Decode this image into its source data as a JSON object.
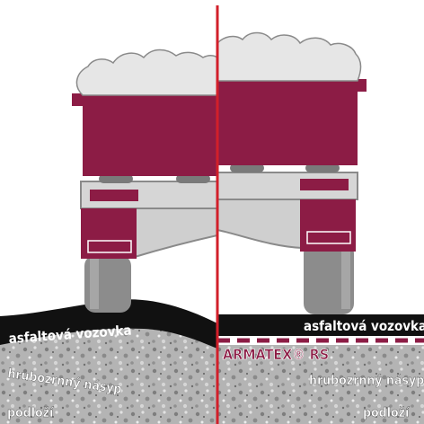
{
  "labels": {
    "left_asphalt": "asfaltová vozovka",
    "left_fill": "hrubozrnný násyp",
    "left_subgrade": "podloží",
    "right_asphalt": "asfaltová vozovka",
    "right_product": "ARMATEX® RS",
    "right_fill": "hrubozrnný násyp",
    "right_subgrade": "podloží"
  },
  "colors": {
    "truck_body": "#8c1c45",
    "divider": "#d21f2a",
    "asphalt": "#111111",
    "cargo": "#e6e6e6",
    "chassis": "#cfcfcf",
    "gravel": "#a8a8a8"
  }
}
